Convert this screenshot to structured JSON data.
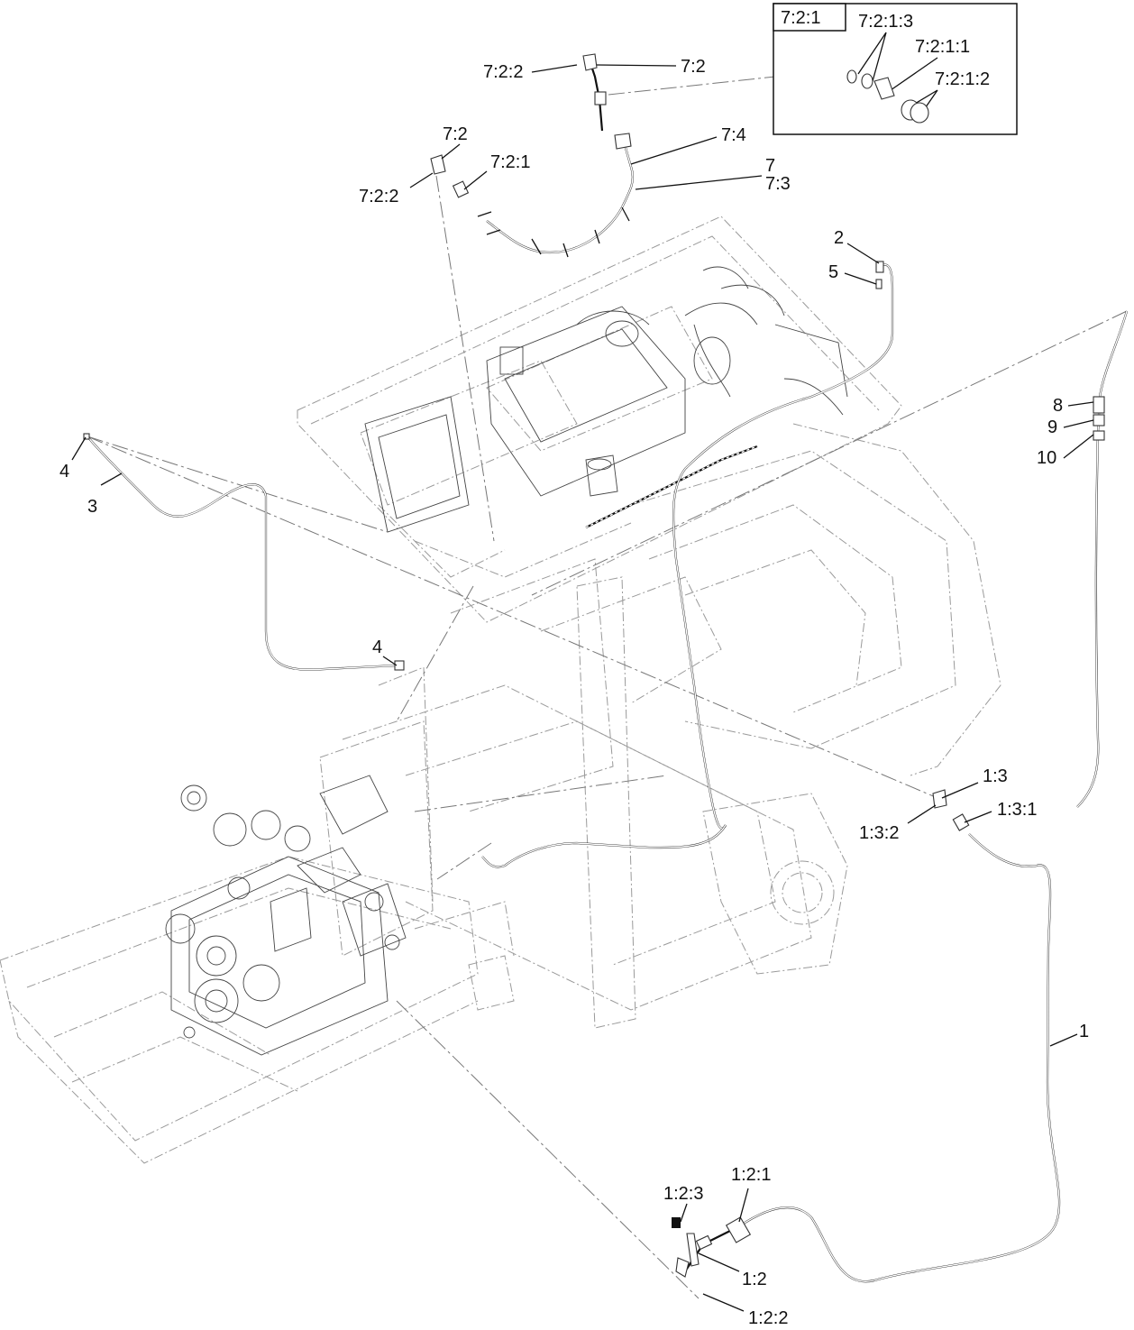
{
  "diagram": {
    "inset": {
      "title": "7:2:1",
      "labels": [
        "7:2:1:3",
        "7:2:1:1",
        "7:2:1:2"
      ]
    },
    "callouts": {
      "c_7_2_2_top": "7:2:2",
      "c_7_2_top": "7:2",
      "c_7_2_left": "7:2",
      "c_7_2_1": "7:2:1",
      "c_7_2_2_left": "7:2:2",
      "c_7_4": "7:4",
      "c_7": "7",
      "c_7_3": "7:3",
      "c_2": "2",
      "c_5": "5",
      "c_8": "8",
      "c_9": "9",
      "c_10": "10",
      "c_4_top": "4",
      "c_3": "3",
      "c_4_mid": "4",
      "c_1_3": "1:3",
      "c_1_3_1": "1:3:1",
      "c_1_3_2": "1:3:2",
      "c_1": "1",
      "c_1_2_1": "1:2:1",
      "c_1_2_3": "1:2:3",
      "c_1_2": "1:2",
      "c_1_2_2": "1:2:2"
    }
  }
}
